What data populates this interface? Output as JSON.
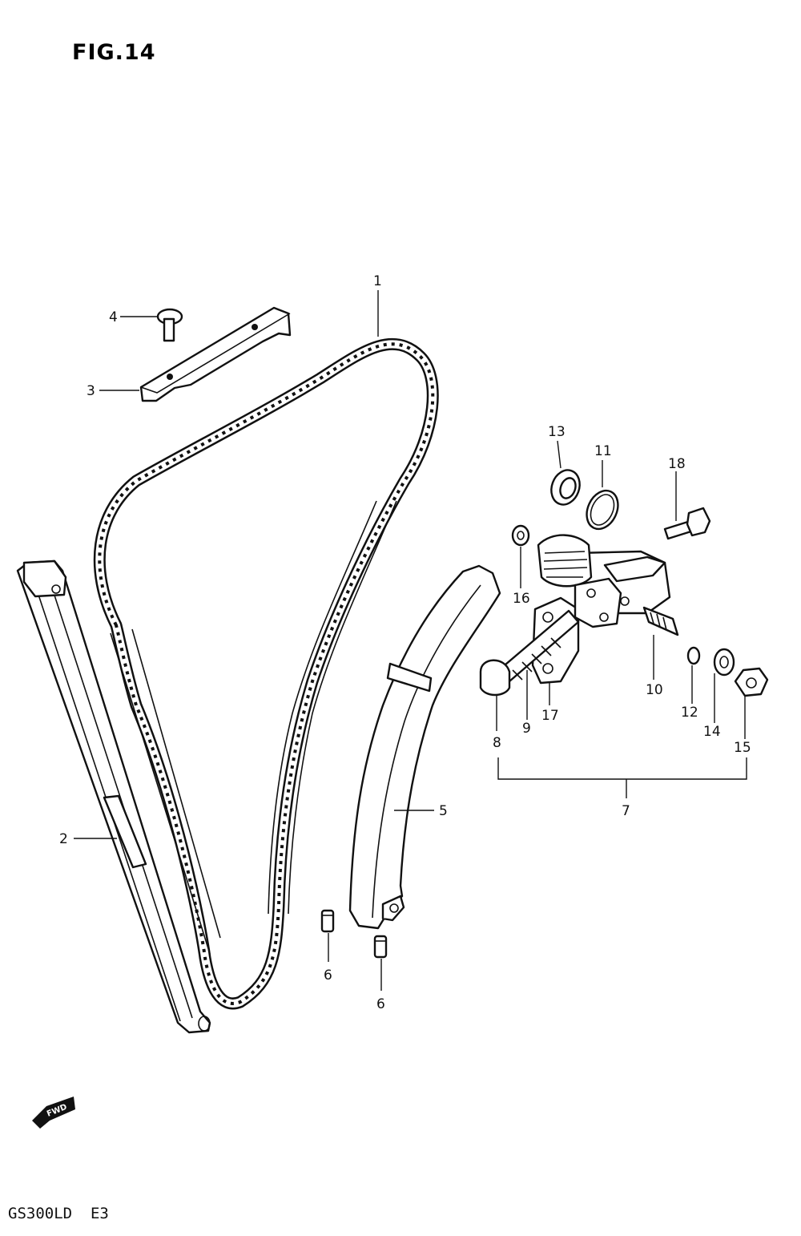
{
  "figure": {
    "title": "FIG.14",
    "model_code": "GS300LD  E3",
    "fwd_label": "FWD"
  },
  "callouts": [
    {
      "id": "c1",
      "text": "1"
    },
    {
      "id": "c2",
      "text": "2"
    },
    {
      "id": "c3",
      "text": "3"
    },
    {
      "id": "c4",
      "text": "4"
    },
    {
      "id": "c5",
      "text": "5"
    },
    {
      "id": "c6a",
      "text": "6"
    },
    {
      "id": "c6b",
      "text": "6"
    },
    {
      "id": "c7",
      "text": "7"
    },
    {
      "id": "c8",
      "text": "8"
    },
    {
      "id": "c9",
      "text": "9"
    },
    {
      "id": "c10",
      "text": "10"
    },
    {
      "id": "c11",
      "text": "11"
    },
    {
      "id": "c12",
      "text": "12"
    },
    {
      "id": "c13",
      "text": "13"
    },
    {
      "id": "c14",
      "text": "14"
    },
    {
      "id": "c15",
      "text": "15"
    },
    {
      "id": "c16",
      "text": "16"
    },
    {
      "id": "c17",
      "text": "17"
    },
    {
      "id": "c18",
      "text": "18"
    }
  ]
}
